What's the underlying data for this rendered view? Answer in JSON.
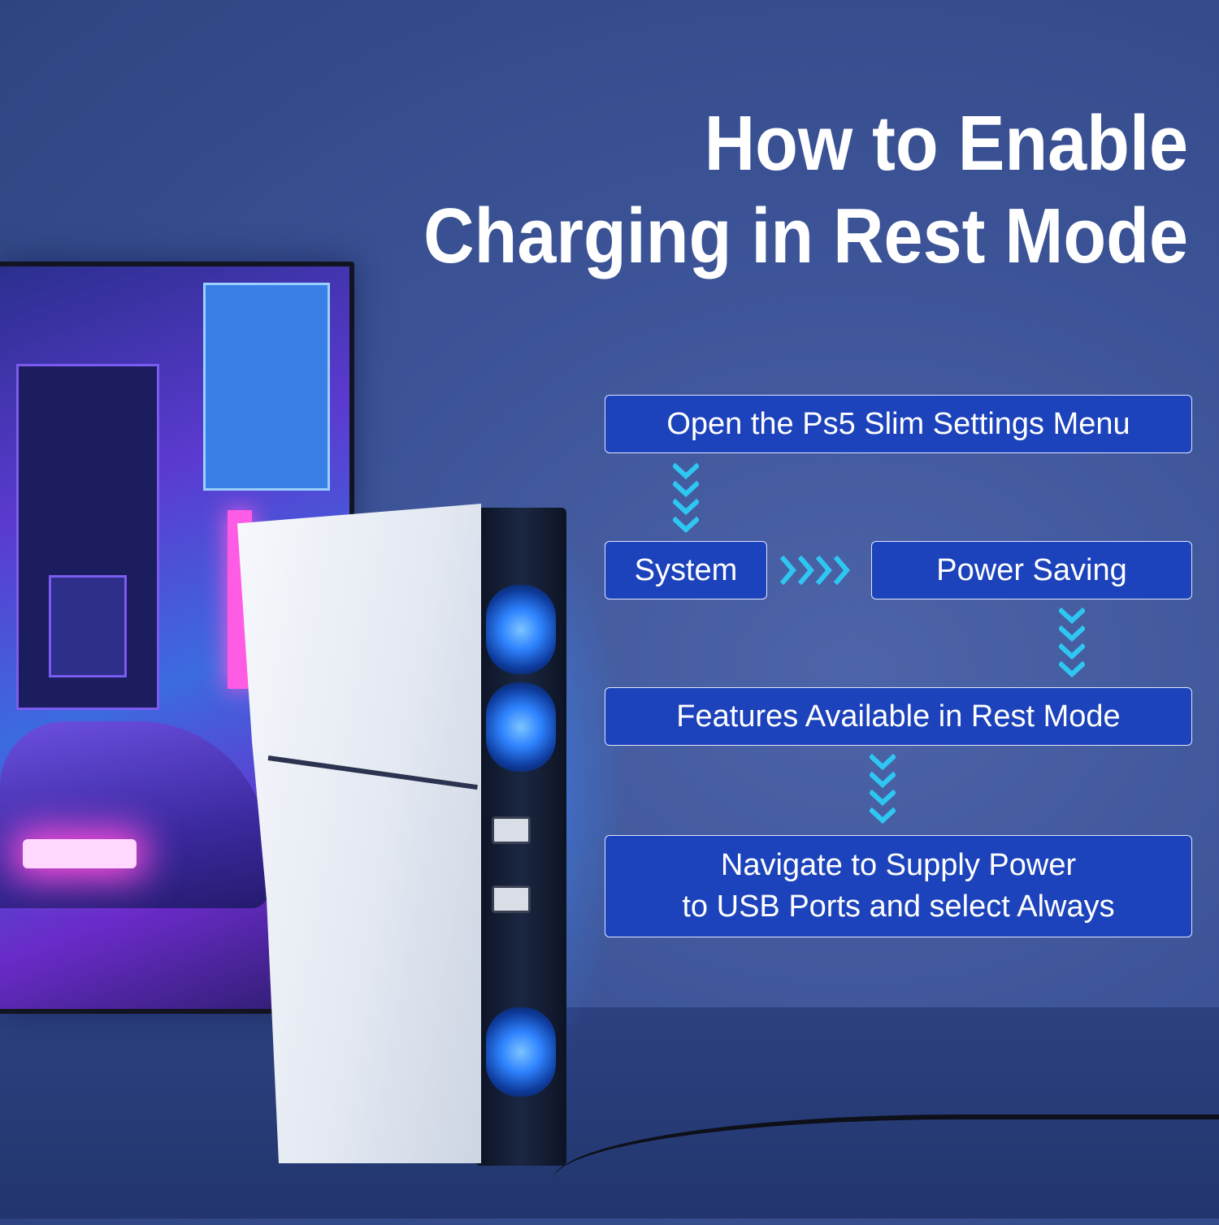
{
  "title": {
    "line1": "How to Enable",
    "line2": "Charging in Rest Mode"
  },
  "steps": {
    "open_settings": "Open the Ps5 Slim Settings Menu",
    "system": "System",
    "power_saving": "Power Saving",
    "features_rest_mode": "Features Available in Rest Mode",
    "navigate_line1": "Navigate to Supply Power",
    "navigate_line2": "to USB Ports and select Always"
  },
  "colors": {
    "background": "#3c5497",
    "step_box": "#1c43bb",
    "arrow": "#2ec7f2"
  },
  "icons": {
    "flow_arrow_down": "chevron-down-stack-icon",
    "flow_arrow_right": "chevron-right-stack-icon"
  }
}
